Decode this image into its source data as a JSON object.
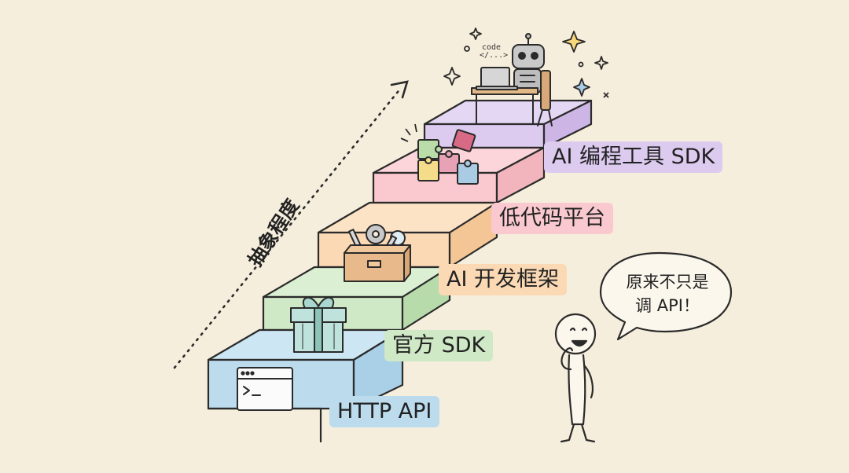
{
  "axis_label": "抽象程度",
  "steps": [
    {
      "label": "HTTP API",
      "color": "#bcdcee",
      "icon": "terminal-window-icon"
    },
    {
      "label": "官方 SDK",
      "color": "#cfe8c6",
      "icon": "gift-box-icon"
    },
    {
      "label": "AI 开发框架",
      "color": "#fbd9b4",
      "icon": "toolbox-icon"
    },
    {
      "label": "低代码平台",
      "color": "#f9c9cf",
      "icon": "puzzle-pieces-icon"
    },
    {
      "label": "AI 编程工具 SDK",
      "color": "#dccaef",
      "icon": "robot-coding-icon"
    }
  ],
  "speech_bubble": {
    "line1": "原来不只是",
    "line2": "调 API！"
  },
  "robot_screen_text": {
    "line1": "code",
    "line2": "</...>"
  }
}
